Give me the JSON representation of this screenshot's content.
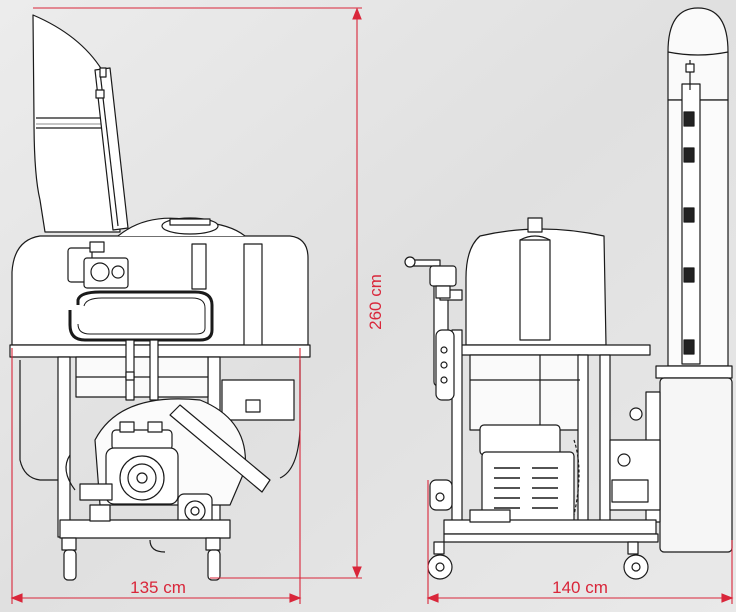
{
  "dimensions": {
    "height_label": "260 cm",
    "front_width_label": "135 cm",
    "side_length_label": "140 cm"
  },
  "colors": {
    "background": "#e6e6e6",
    "dimension_line": "#d9263a",
    "machine_fill": "#ffffff",
    "machine_stroke": "#1a1a1a"
  }
}
